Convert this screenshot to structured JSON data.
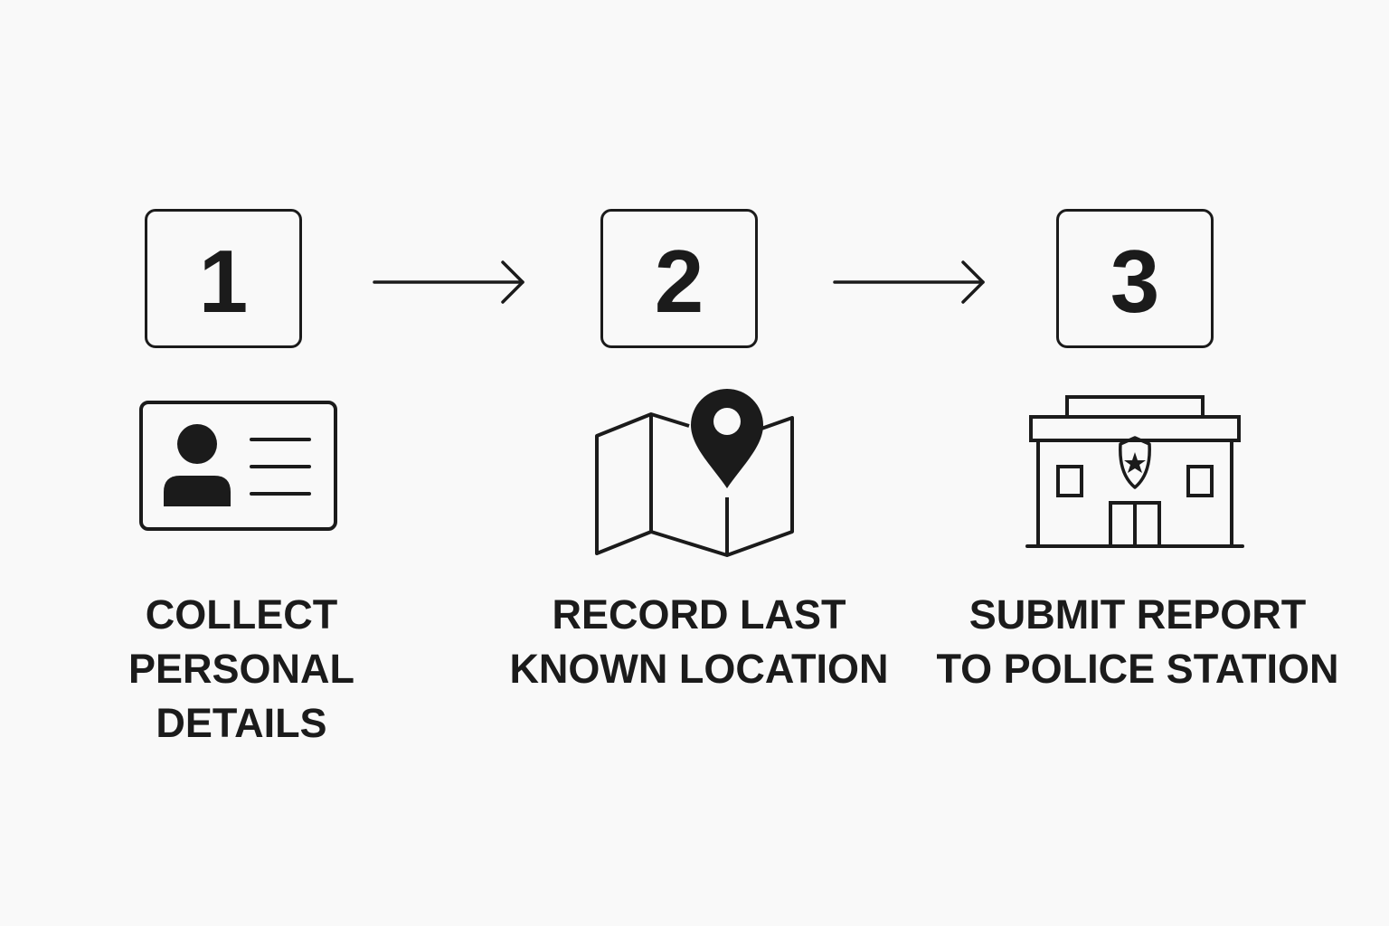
{
  "steps": [
    {
      "number": "1",
      "icon": "id-card-icon",
      "label_lines": [
        "COLLECT",
        "PERSONAL",
        "DETAILS"
      ]
    },
    {
      "number": "2",
      "icon": "map-location-pin-icon",
      "label_lines": [
        "RECORD LAST",
        "KNOWN LOCATION"
      ]
    },
    {
      "number": "3",
      "icon": "police-station-icon",
      "label_lines": [
        "SUBMIT REPORT",
        "TO POLICE STATION"
      ]
    }
  ],
  "connectors": [
    "arrow-right-icon",
    "arrow-right-icon"
  ],
  "colors": {
    "ink": "#1b1b1b",
    "background": "#f9f9f9"
  }
}
